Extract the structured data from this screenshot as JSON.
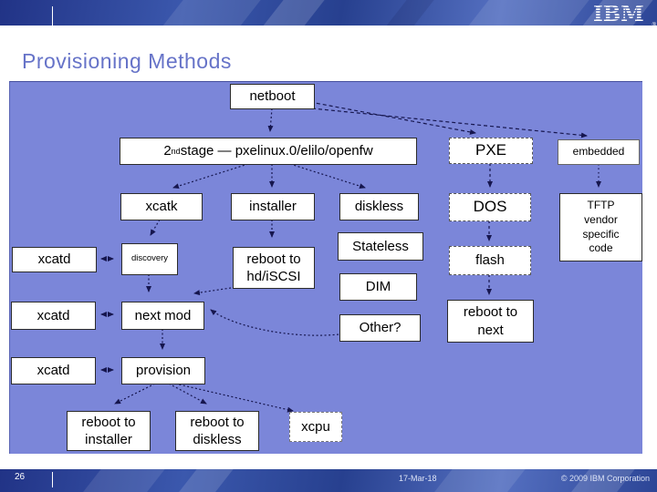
{
  "title": "Provisioning Methods",
  "header": {
    "brand": "IBM",
    "registered": "®"
  },
  "footer": {
    "page_number": "26",
    "date": "17-Mar-18",
    "copyright": "© 2009 IBM Corporation"
  },
  "colors": {
    "banner_blue": "#2c4596",
    "diagram_background": "#7b86d9",
    "title_text": "#6673c8",
    "node_background": "#ffffff",
    "node_border": "#2b2b2b",
    "arrow": "#16164e"
  },
  "diagram": {
    "nodes": {
      "netboot": {
        "label": "netboot"
      },
      "stage2": {
        "pre": "2",
        "sup": "nd",
        "post": " stage — pxelinux.0/elilo/openfw"
      },
      "pxe": {
        "label": "PXE"
      },
      "embedded": {
        "label": "embedded"
      },
      "xcatk": {
        "label": "xcatk"
      },
      "installer": {
        "label": "installer"
      },
      "diskless": {
        "label": "diskless"
      },
      "dos": {
        "label": "DOS"
      },
      "tftp": {
        "label": "TFTP\nvendor\nspecific\ncode"
      },
      "stateless": {
        "label": "Stateless"
      },
      "xcatd_1": {
        "label": "xcatd"
      },
      "discovery": {
        "label": "discovery"
      },
      "reboot_hd": {
        "label": "reboot to\nhd/iSCSI"
      },
      "flash": {
        "label": "flash"
      },
      "dim": {
        "label": "DIM"
      },
      "reboot_next": {
        "label": "reboot to\nnext"
      },
      "xcatd_2": {
        "label": "xcatd"
      },
      "next_mod": {
        "label": "next mod"
      },
      "other": {
        "label": "Other?"
      },
      "xcatd_3": {
        "label": "xcatd"
      },
      "provision": {
        "label": "provision"
      },
      "reboot_installer": {
        "label": "reboot to\ninstaller"
      },
      "reboot_diskless": {
        "label": "reboot to\ndiskless"
      },
      "xcpu": {
        "label": "xcpu"
      }
    }
  }
}
